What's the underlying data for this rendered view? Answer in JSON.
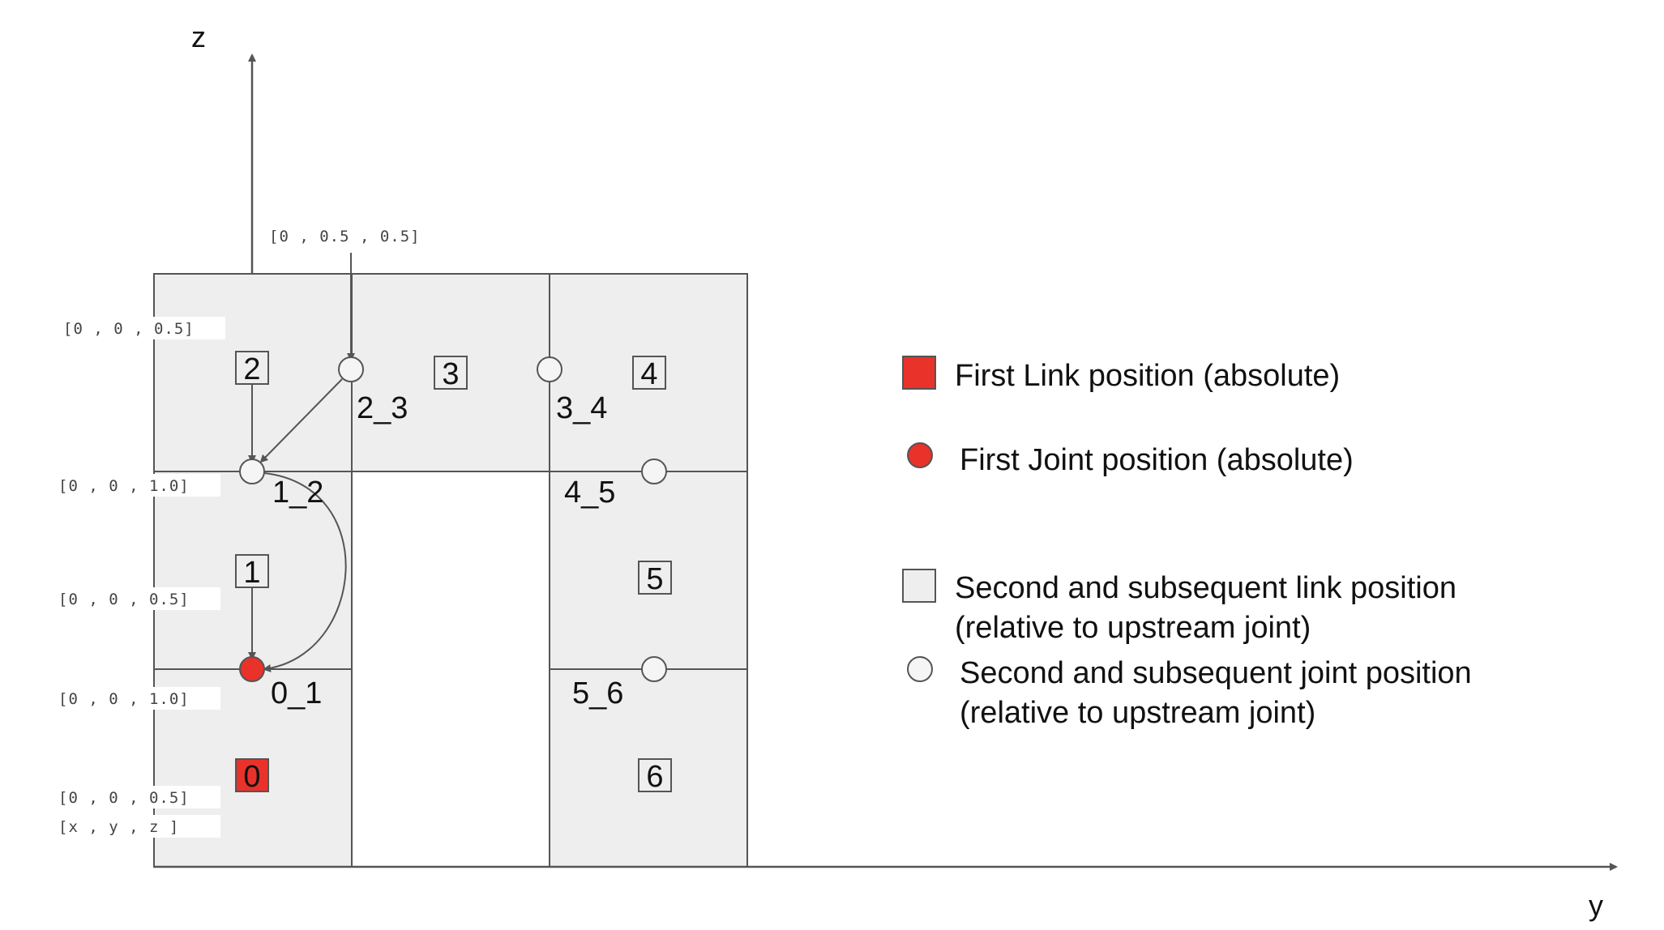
{
  "axes": {
    "vertical": "z",
    "horizontal": "y"
  },
  "colors": {
    "first": "#e8322a",
    "link_fill": "#eeeeee",
    "line": "#555555",
    "joint_fill": "#f5f5f5"
  },
  "coordinates": {
    "top_arrow": "[0 , 0.5 , 0.5]",
    "row1": "[0 , 0 , 0.5]",
    "row2": "[0 , 0 , 1.0]",
    "row3": "[0 , 0 , 0.5]",
    "row4": "[0 , 0 , 1.0]",
    "row5": "[0 , 0 , 0.5]",
    "row6": "[x , y , z  ]"
  },
  "links": [
    "0",
    "1",
    "2",
    "3",
    "4",
    "5",
    "6"
  ],
  "joints": [
    "0_1",
    "1_2",
    "2_3",
    "3_4",
    "4_5",
    "5_6"
  ],
  "legend": {
    "first_link": "First Link position (absolute)",
    "first_joint": "First Joint position (absolute)",
    "sub_link_line1": "Second and subsequent link position",
    "sub_link_line2": "(relative to upstream joint)",
    "sub_joint_line1": "Second and subsequent joint position",
    "sub_joint_line2": "(relative to upstream joint)"
  }
}
